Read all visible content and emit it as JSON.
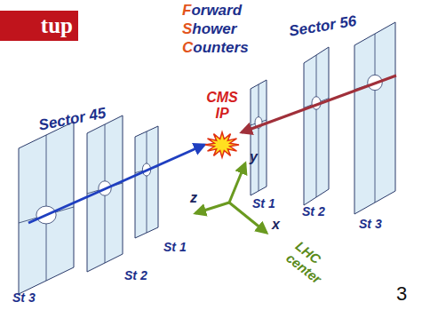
{
  "diagram": {
    "title": "tup",
    "labels": [
      "Forward",
      "Shower",
      "Counters",
      "Sector 56",
      "Sector 45",
      "CMS IP",
      "St 1",
      "St 2",
      "St 3",
      "St 1",
      "St 2",
      "St 3",
      "y",
      "z",
      "x",
      "LHC center",
      "3"
    ]
  }
}
